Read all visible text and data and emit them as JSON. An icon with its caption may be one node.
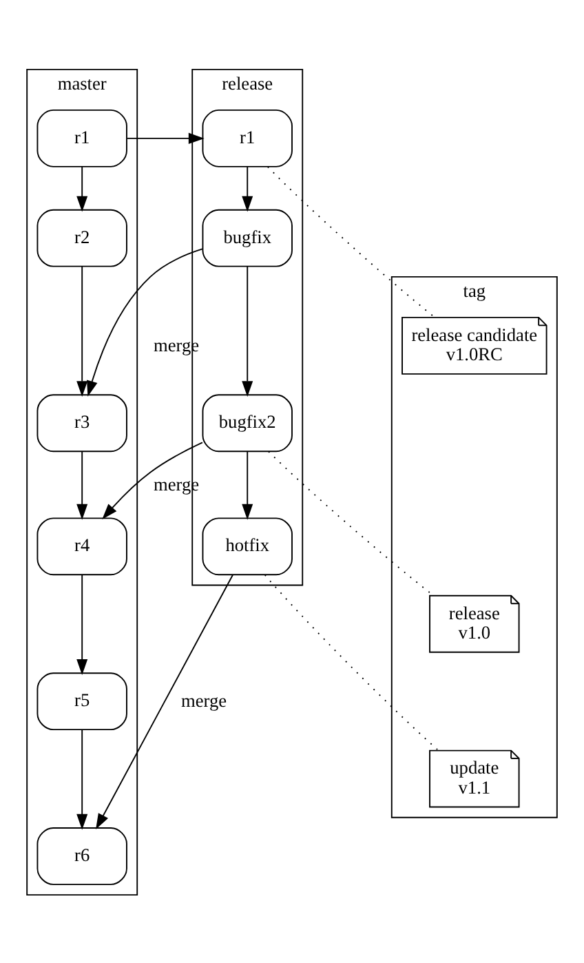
{
  "diagram": {
    "nodes": [
      {
        "text": [
          "master"
        ]
      },
      {
        "text": [
          "r1"
        ],
        "in": 0
      },
      {
        "text": [
          "r2"
        ],
        "in": 0
      },
      {
        "text": [
          "r3"
        ],
        "in": 0
      },
      {
        "text": [
          "r4"
        ],
        "in": 0
      },
      {
        "text": [
          "r5"
        ],
        "in": 0
      },
      {
        "text": [
          "r6"
        ],
        "in": 0
      },
      {
        "text": [
          "release"
        ]
      },
      {
        "text": [
          "r1"
        ],
        "in": 7
      },
      {
        "text": [
          "bugfix"
        ],
        "in": 7
      },
      {
        "text": [
          "bugfix2"
        ],
        "in": 7
      },
      {
        "text": [
          "hotfix"
        ],
        "in": 7
      },
      {
        "text": [
          "tag"
        ]
      },
      {
        "text": [
          "release candidate",
          "v1.0RC"
        ],
        "in": 12
      },
      {
        "text": [
          "release",
          "v1.0"
        ],
        "in": 12
      },
      {
        "text": [
          "update",
          "v1.1"
        ],
        "in": 12
      }
    ],
    "edges": [
      {
        "from": 1,
        "to": 2,
        "arrow": "to"
      },
      {
        "from": 2,
        "to": 3,
        "arrow": "to"
      },
      {
        "from": 3,
        "to": 4,
        "arrow": "to"
      },
      {
        "from": 4,
        "to": 5,
        "arrow": "to"
      },
      {
        "from": 5,
        "to": 6,
        "arrow": "to"
      },
      {
        "from": 1,
        "to": 8,
        "arrow": "to"
      },
      {
        "from": 8,
        "to": 9,
        "arrow": "to"
      },
      {
        "from": 9,
        "to": 10,
        "arrow": "to"
      },
      {
        "from": 10,
        "to": 11,
        "arrow": "to"
      },
      {
        "from": 9,
        "to": 3,
        "arrow": "to",
        "label": "merge"
      },
      {
        "from": 10,
        "to": 4,
        "arrow": "to",
        "label": "merge"
      },
      {
        "from": 11,
        "to": 6,
        "arrow": "to",
        "label": "merge"
      },
      {
        "from": 8,
        "to": 13,
        "arrow": "none",
        "style": "dashed"
      },
      {
        "from": 10,
        "to": 14,
        "arrow": "none",
        "style": "dashed"
      },
      {
        "from": 11,
        "to": 15,
        "arrow": "none",
        "style": "dashed"
      }
    ]
  }
}
